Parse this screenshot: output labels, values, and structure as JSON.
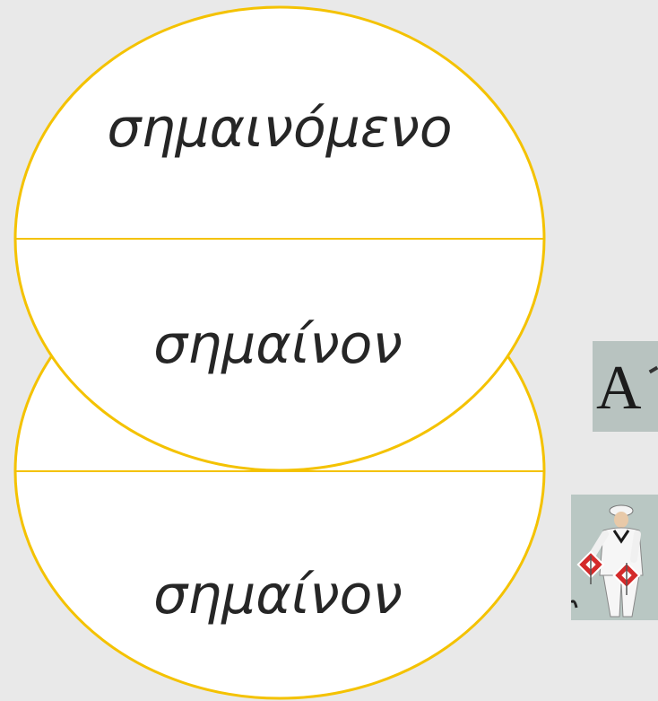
{
  "diagram": {
    "upper_circle": {
      "top_term": "σημαινόμενο",
      "bottom_term": "σημαίνον"
    },
    "lower_circle": {
      "bottom_term": "σημαίνον"
    }
  },
  "colors": {
    "background": "#e9e9e9",
    "circle_outline": "#f4c200",
    "divider": "#f4c200",
    "text": "#262626"
  },
  "thumbnails": {
    "letter_image": {
      "letter": "A",
      "icon": "letter-a-image"
    },
    "semaphore_image": {
      "icon": "sailor-semaphore-flags-image"
    }
  }
}
